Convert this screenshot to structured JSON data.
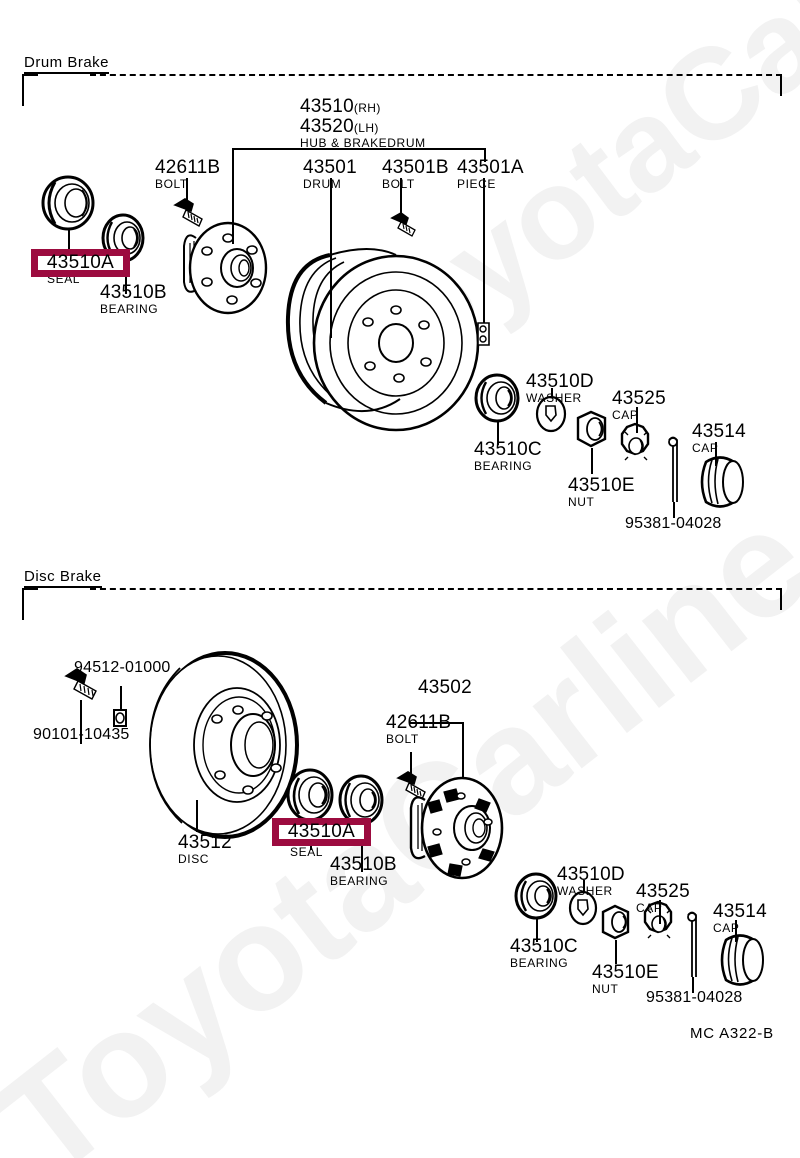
{
  "document": {
    "footer_code": "MC A322-B",
    "watermark_line1": "ToyotaCarline.ru",
    "watermark_line2": "ToyotaCarline.ru",
    "highlight_color": "#9c0b3f"
  },
  "sections": [
    {
      "id": "drum",
      "title": "Drum Brake"
    },
    {
      "id": "disc",
      "title": "Disc Brake"
    }
  ],
  "drum_brake": {
    "title": "Drum Brake",
    "parts": [
      {
        "key": "seal",
        "number": "43510A",
        "name": "SEAL",
        "highlighted": true
      },
      {
        "key": "bearing_b",
        "number": "43510B",
        "name": "BEARING"
      },
      {
        "key": "bolt",
        "number": "42611B",
        "name": "BOLT"
      },
      {
        "key": "hub_rh",
        "number": "43510",
        "name": "HUB & BRAKEDRUM",
        "side": "(RH)"
      },
      {
        "key": "hub_lh",
        "number": "43520",
        "name": "HUB & BRAKEDRUM",
        "side": "(LH)"
      },
      {
        "key": "drum",
        "number": "43501",
        "name": "DRUM"
      },
      {
        "key": "drum_bolt",
        "number": "43501B",
        "name": "BOLT"
      },
      {
        "key": "piece",
        "number": "43501A",
        "name": "PIECE"
      },
      {
        "key": "washer",
        "number": "43510D",
        "name": "WASHER"
      },
      {
        "key": "bearing_c",
        "number": "43510C",
        "name": "BEARING"
      },
      {
        "key": "nut",
        "number": "43510E",
        "name": "NUT"
      },
      {
        "key": "cap_25",
        "number": "43525",
        "name": "CAP"
      },
      {
        "key": "cap_14",
        "number": "43514",
        "name": "CAP"
      },
      {
        "key": "cotter_pin",
        "number": "95381-04028",
        "name": ""
      }
    ],
    "hub_group_heading": {
      "line1_number": "43510",
      "line1_side": "(RH)",
      "line2_number": "43520",
      "line2_side": "(LH)",
      "name": "HUB & BRAKEDRUM"
    }
  },
  "disc_brake": {
    "title": "Disc Brake",
    "parts": [
      {
        "key": "bolt_90101",
        "number": "90101-10435",
        "name": ""
      },
      {
        "key": "nut_94512",
        "number": "94512-01000",
        "name": ""
      },
      {
        "key": "disc",
        "number": "43512",
        "name": "DISC"
      },
      {
        "key": "seal",
        "number": "43510A",
        "name": "SEAL",
        "highlighted": true
      },
      {
        "key": "bearing_b",
        "number": "43510B",
        "name": "BEARING"
      },
      {
        "key": "bolt",
        "number": "42611B",
        "name": "BOLT"
      },
      {
        "key": "hub",
        "number": "43502",
        "name": ""
      },
      {
        "key": "washer",
        "number": "43510D",
        "name": "WASHER"
      },
      {
        "key": "bearing_c",
        "number": "43510C",
        "name": "BEARING"
      },
      {
        "key": "nut",
        "number": "43510E",
        "name": "NUT"
      },
      {
        "key": "cap_25",
        "number": "43525",
        "name": "CAP"
      },
      {
        "key": "cap_14",
        "number": "43514",
        "name": "CAP"
      },
      {
        "key": "cotter_pin",
        "number": "95381-04028",
        "name": ""
      }
    ]
  }
}
